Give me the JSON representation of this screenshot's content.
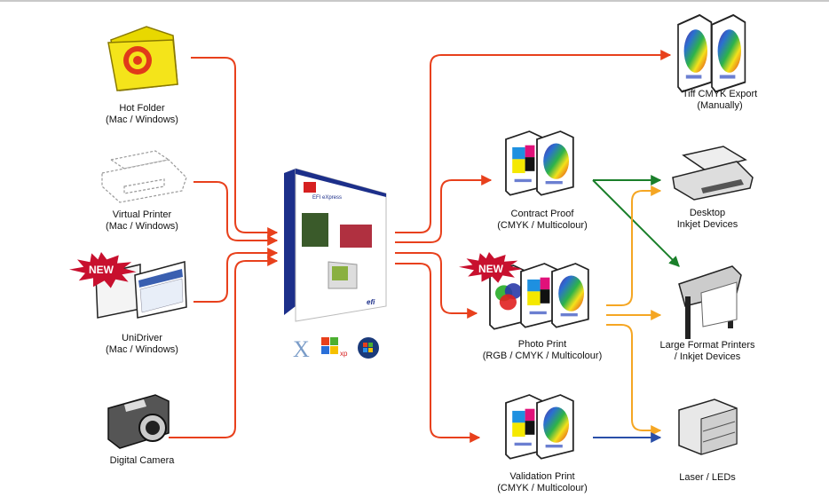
{
  "inputs": [
    {
      "label": "Hot Folder",
      "sub": "(Mac / Windows)",
      "icon": "folder-icon"
    },
    {
      "label": "Virtual Printer",
      "sub": "(Mac / Windows)",
      "icon": "printer-icon"
    },
    {
      "label": "UniDriver",
      "sub": "(Mac / Windows)",
      "icon": "windows-app-icon",
      "badge": "NEW"
    },
    {
      "label": "Digital Camera",
      "sub": "",
      "icon": "camera-icon"
    }
  ],
  "center": {
    "product": "EFI eXpress",
    "brand": "efi",
    "os_labels": [
      "X",
      "xp"
    ]
  },
  "outputs": [
    {
      "label": "Tiff CMYK Export",
      "sub": "(Manually)"
    },
    {
      "label": "Contract Proof",
      "sub": "(CMYK / Multicolour)"
    },
    {
      "label": "Photo Print",
      "sub": "(RGB / CMYK / Multicolour)",
      "badge": "NEW"
    },
    {
      "label": "Validation Print",
      "sub": "(CMYK / Multicolour)"
    }
  ],
  "devices": [
    {
      "label": "Desktop",
      "sub": "Inkjet Devices"
    },
    {
      "label": "Large Format Printers",
      "sub": "/ Inkjet Devices"
    },
    {
      "label": "Laser / LEDs",
      "sub": ""
    }
  ],
  "colors": {
    "input_flow": "#e8401c",
    "contract_flow": "#1a7f2a",
    "photo_flow": "#f5a623",
    "validation_flow": "#2a4fa8",
    "badge": "#c8102e"
  }
}
